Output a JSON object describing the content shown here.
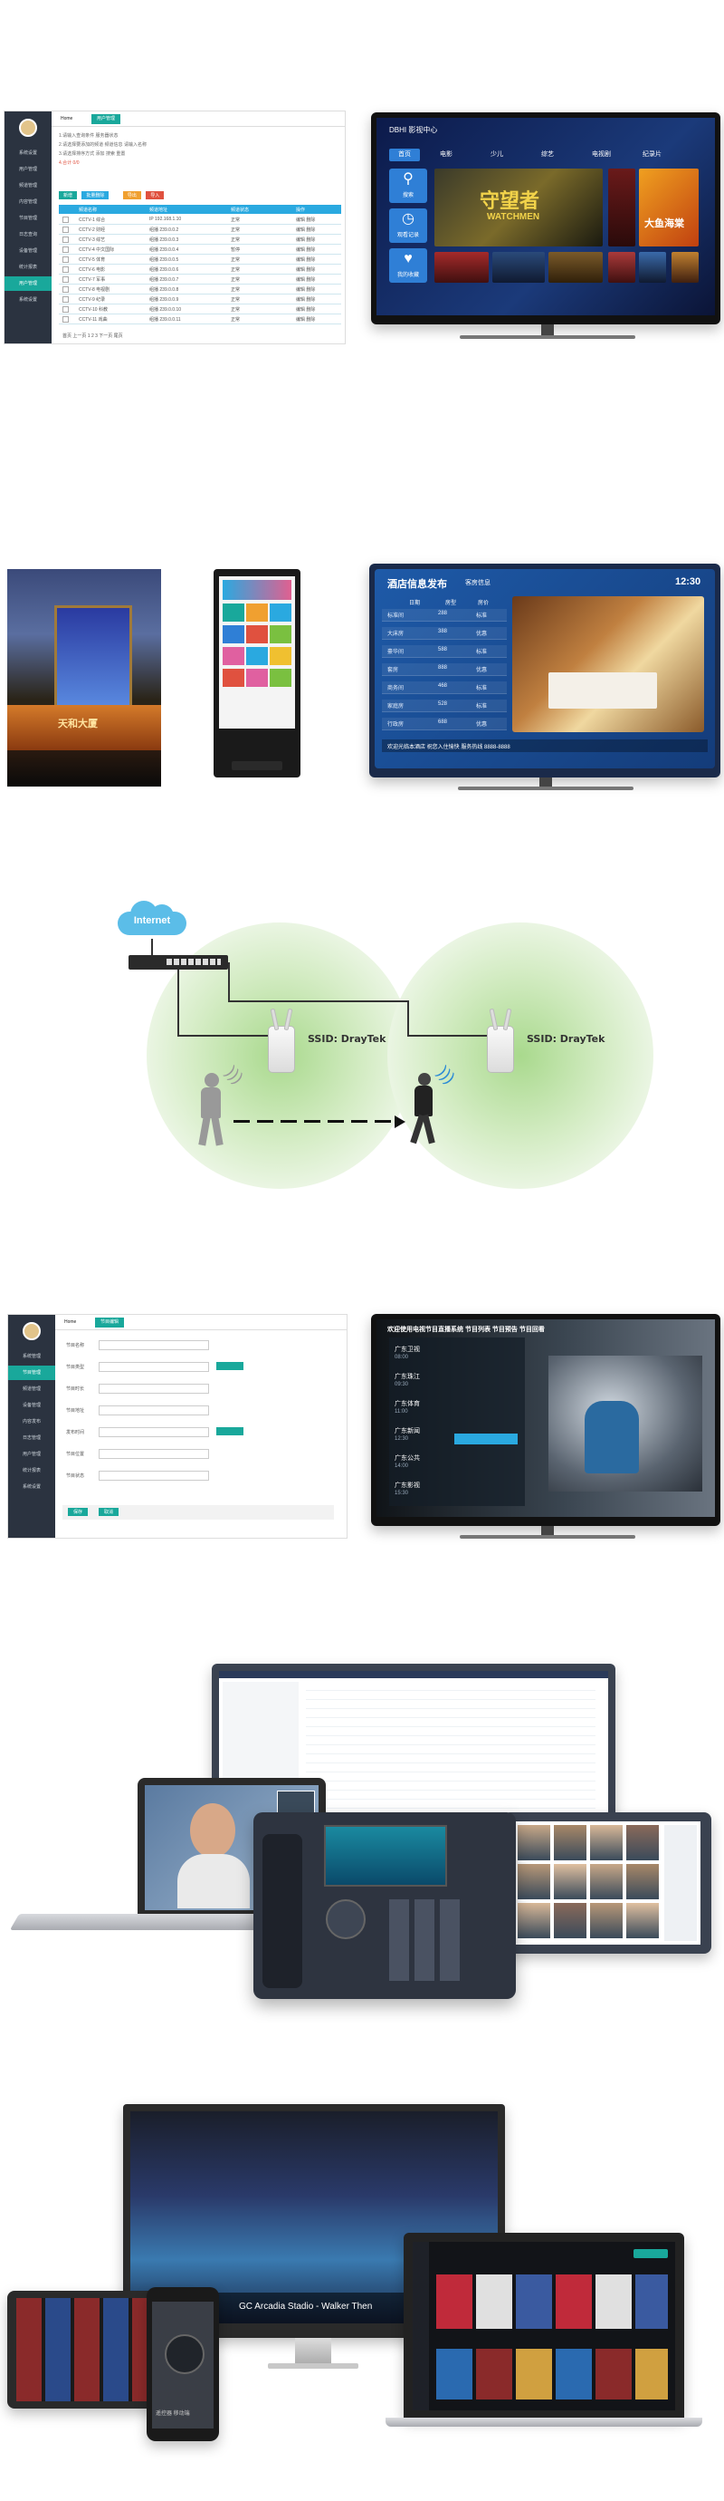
{
  "row1": {
    "admin": {
      "tabs": [
        "Home",
        "用户管理"
      ],
      "sidebar": [
        "系统设置",
        "用户管理",
        "频道管理",
        "内容管理",
        "节目管理",
        "日志查询",
        "设备管理",
        "统计报表",
        "用户管理",
        "系统设置"
      ],
      "filter_lines": [
        "1.请输入查询条件 服务器状态",
        "2.请选择要添加的频道 频道信息 请输入名称",
        "3.请选择排序方式 添加 搜索 重置",
        "4.合计 0/0"
      ],
      "buttons": [
        "新增",
        "批量删除",
        "导出",
        "导入"
      ],
      "table_headers": [
        "频道名称",
        "频道地址",
        "频道状态",
        "操作"
      ],
      "rows": [
        [
          "CCTV-1 综合",
          "IP 192.168.1.10",
          "正常",
          "编辑 删除"
        ],
        [
          "CCTV-2 财经",
          "组播 239.0.0.2",
          "正常",
          "编辑 删除"
        ],
        [
          "CCTV-3 综艺",
          "组播 239.0.0.3",
          "正常",
          "编辑 删除"
        ],
        [
          "CCTV-4 中文国际",
          "组播 239.0.0.4",
          "暂停",
          "编辑 删除"
        ],
        [
          "CCTV-5 体育",
          "组播 239.0.0.5",
          "正常",
          "编辑 删除"
        ],
        [
          "CCTV-6 电影",
          "组播 239.0.0.6",
          "正常",
          "编辑 删除"
        ],
        [
          "CCTV-7 军事",
          "组播 239.0.0.7",
          "正常",
          "编辑 删除"
        ],
        [
          "CCTV-8 电视剧",
          "组播 239.0.0.8",
          "正常",
          "编辑 删除"
        ],
        [
          "CCTV-9 纪录",
          "组播 239.0.0.9",
          "正常",
          "编辑 删除"
        ],
        [
          "CCTV-10 科教",
          "组播 239.0.0.10",
          "正常",
          "编辑 删除"
        ],
        [
          "CCTV-11 戏曲",
          "组播 239.0.0.11",
          "正常",
          "编辑 删除"
        ]
      ],
      "pagination": "首页 上一页 1 2 3 下一页 尾页"
    },
    "tv": {
      "brand": "DBHI 影视中心",
      "nav": [
        "首页",
        "电影",
        "少儿",
        "综艺",
        "电视剧",
        "纪录片"
      ],
      "left_tiles": [
        "搜索",
        "观看记录",
        "我的收藏"
      ],
      "hero_title": "守望者",
      "hero_sub": "WATCHMEN",
      "side_poster": "大鱼海棠"
    }
  },
  "row2": {
    "hotel_tv": {
      "title": "酒店信息发布",
      "subtitle": "客房信息",
      "time": "12:30",
      "columns": [
        "日期",
        "房型",
        "房价"
      ],
      "rows": [
        [
          "标准间",
          "288",
          "标准"
        ],
        [
          "大床房",
          "388",
          "优惠"
        ],
        [
          "豪华间",
          "588",
          "标准"
        ],
        [
          "套房",
          "888",
          "优惠"
        ],
        [
          "商务间",
          "468",
          "标准"
        ],
        [
          "家庭房",
          "528",
          "标准"
        ],
        [
          "行政房",
          "688",
          "优惠"
        ]
      ],
      "ticker": "欢迎光临本酒店 祝您入住愉快 服务热线 8888-8888"
    },
    "building_sign": "天和大厦"
  },
  "row3": {
    "cloud": "Internet",
    "ssid_left": "SSID: DrayTek",
    "ssid_right": "SSID: DrayTek"
  },
  "row4": {
    "admin": {
      "tabs": [
        "Home",
        "节目编辑"
      ],
      "sidebar": [
        "系统管理",
        "节目管理",
        "频道管理",
        "设备管理",
        "内容发布",
        "日志管理",
        "用户管理",
        "统计报表",
        "系统设置"
      ],
      "form_labels": [
        "节目名称",
        "节目类型",
        "节目时长",
        "节目地址",
        "发布时间",
        "节目位置",
        "节目状态"
      ],
      "buttons": [
        "保存",
        "取消"
      ]
    },
    "tv": {
      "header": "欢迎使用电视节目直播系统 节目列表 节目预告 节目回看",
      "channels": [
        "广东卫视",
        "广东珠江",
        "广东体育",
        "广东新闻",
        "广东公共",
        "广东影视"
      ],
      "times": [
        "08:00",
        "09:30",
        "11:00",
        "12:30",
        "14:00",
        "15:30"
      ]
    }
  },
  "row6": {
    "banner": "GC Arcadia Stadio - Walker Then",
    "remote_label": "遥控器 移动端"
  },
  "colors": {
    "teal": "#19a89b",
    "sidebar": "#2b3340",
    "tv_blue": "#1b3a7a",
    "hotel_blue": "#1e5aa8",
    "light_blue_table": "#2aa9e0"
  }
}
